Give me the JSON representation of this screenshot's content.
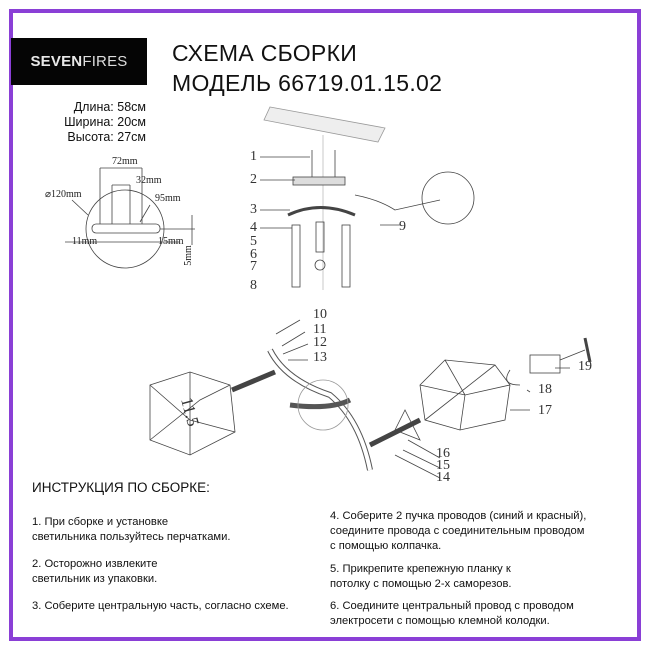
{
  "brand": {
    "bold": "SEVEN",
    "light": "FIRES"
  },
  "title": {
    "line1": "СХЕМА СБОРКИ",
    "line2": "МОДЕЛЬ 66719.01.15.02"
  },
  "dimensions": [
    "Длина: 58см",
    "Ширина: 20см",
    "Высота: 27см"
  ],
  "mount_diagram": {
    "d120": "⌀120mm",
    "w72": "72mm",
    "w32": "32mm",
    "w95": "95mm",
    "w11": "11mm",
    "w15": "15mm",
    "h5": "5mm"
  },
  "part_labels": [
    "1",
    "2",
    "3",
    "4",
    "5",
    "6",
    "7",
    "8",
    "9",
    "10",
    "11",
    "12",
    "13",
    "14",
    "15",
    "16",
    "17",
    "18",
    "19"
  ],
  "angle_label": "11.5",
  "instructions": {
    "header": "ИНСТРУКЦИЯ ПО СБОРКЕ:",
    "steps": [
      [
        "1. При сборке и установке",
        "светильника пользуйтесь перчатками."
      ],
      [
        "2. Осторожно извлеките",
        "светильник из упаковки."
      ],
      [
        "3. Соберите центральную часть, согласно схеме."
      ],
      [
        "4. Соберите 2 пучка проводов (синий и красный),",
        "соедините провода с соединительным проводом",
        "с помощью колпачка."
      ],
      [
        "5. Прикрепите крепежную планку к",
        "потолку с помощью 2-х саморезов."
      ],
      [
        "6. Соедините центральный провод с проводом",
        "электросети с помощью клемной колодки."
      ]
    ]
  },
  "colors": {
    "border": "#8a3fd6",
    "logo_bg": "#050505"
  }
}
